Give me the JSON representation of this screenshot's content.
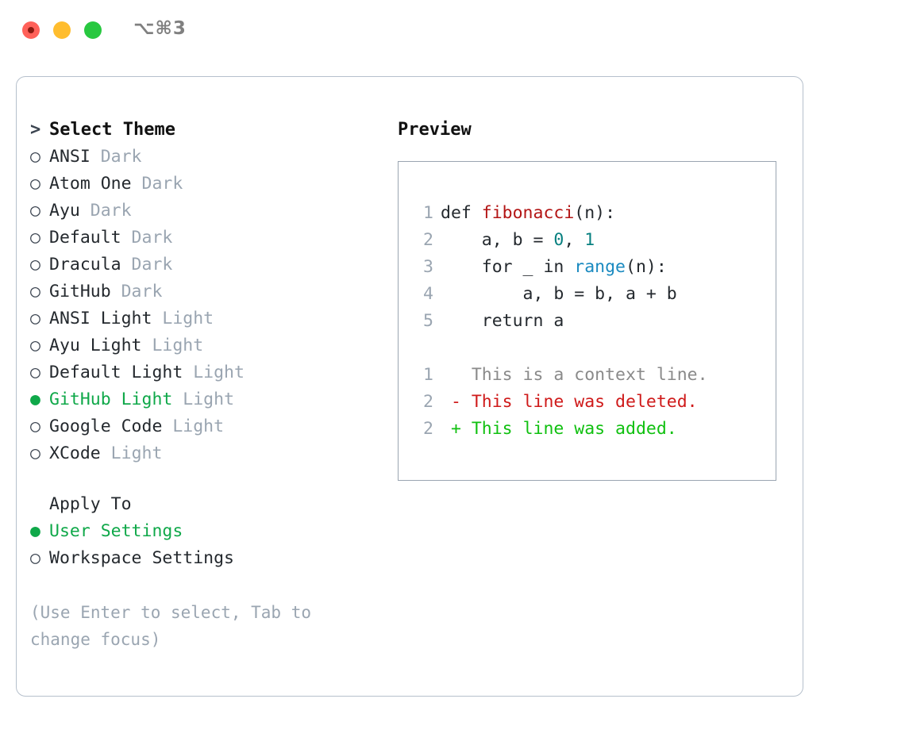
{
  "titlebar": {
    "shortcut": "⌥⌘3",
    "buttons": [
      {
        "name": "close",
        "color": "#ff6159"
      },
      {
        "name": "minimize",
        "color": "#ffbd2e"
      },
      {
        "name": "maximize",
        "color": "#28c840"
      }
    ]
  },
  "theme_picker": {
    "header_marker": ">",
    "header_label": "Select Theme",
    "unselected_marker": "○",
    "selected_marker": "●",
    "items": [
      {
        "name": "ANSI",
        "category": "Dark",
        "selected": false
      },
      {
        "name": "Atom One",
        "category": "Dark",
        "selected": false
      },
      {
        "name": "Ayu",
        "category": "Dark",
        "selected": false
      },
      {
        "name": "Default",
        "category": "Dark",
        "selected": false
      },
      {
        "name": "Dracula",
        "category": "Dark",
        "selected": false
      },
      {
        "name": "GitHub",
        "category": "Dark",
        "selected": false
      },
      {
        "name": "ANSI Light",
        "category": "Light",
        "selected": false
      },
      {
        "name": "Ayu Light",
        "category": "Light",
        "selected": false
      },
      {
        "name": "Default Light",
        "category": "Light",
        "selected": false
      },
      {
        "name": "GitHub Light",
        "category": "Light",
        "selected": true
      },
      {
        "name": "Google Code",
        "category": "Light",
        "selected": false
      },
      {
        "name": "XCode",
        "category": "Light",
        "selected": false
      }
    ]
  },
  "apply_to": {
    "header_label": "Apply To",
    "options": [
      {
        "label": "User Settings",
        "marker": "●",
        "selected": true
      },
      {
        "label": "Workspace Settings",
        "marker": "○",
        "selected": false
      }
    ]
  },
  "hint": "(Use Enter to select, Tab to change focus)",
  "preview": {
    "title": "Preview",
    "code_lines": [
      {
        "no": "1",
        "segments": [
          {
            "text": "def ",
            "type": "plain"
          },
          {
            "text": "fibonacci",
            "type": "function"
          },
          {
            "text": "(n):",
            "type": "plain"
          }
        ]
      },
      {
        "no": "2",
        "segments": [
          {
            "text": "    a, b = ",
            "type": "plain"
          },
          {
            "text": "0",
            "type": "number"
          },
          {
            "text": ", ",
            "type": "plain"
          },
          {
            "text": "1",
            "type": "number"
          }
        ]
      },
      {
        "no": "3",
        "segments": [
          {
            "text": "    for _ in ",
            "type": "plain"
          },
          {
            "text": "range",
            "type": "builtin"
          },
          {
            "text": "(n):",
            "type": "plain"
          }
        ]
      },
      {
        "no": "4",
        "segments": [
          {
            "text": "        a, b = b, a + b",
            "type": "plain"
          }
        ]
      },
      {
        "no": "5",
        "segments": [
          {
            "text": "    return a",
            "type": "plain"
          }
        ]
      }
    ],
    "diff_lines": [
      {
        "no": "1",
        "sign": " ",
        "text": "This is a context line.",
        "type": "context"
      },
      {
        "no": "2",
        "sign": "-",
        "text": "This line was deleted.",
        "type": "deleted"
      },
      {
        "no": "2",
        "sign": "+",
        "text": "This line was added.",
        "type": "added"
      }
    ]
  },
  "colors": {
    "selected_green": "#0fa849",
    "category_gray": "#9aa5b1",
    "text_dark": "#24292e",
    "function_red": "#b31515",
    "number_teal": "#088080",
    "builtin_blue": "#1a8ac0",
    "diff_context_gray": "#8a8a8a",
    "diff_deleted_red": "#cf1a1a",
    "diff_added_green": "#10c010",
    "panel_border": "#b6c0cc",
    "preview_border": "#9aa5b1"
  }
}
